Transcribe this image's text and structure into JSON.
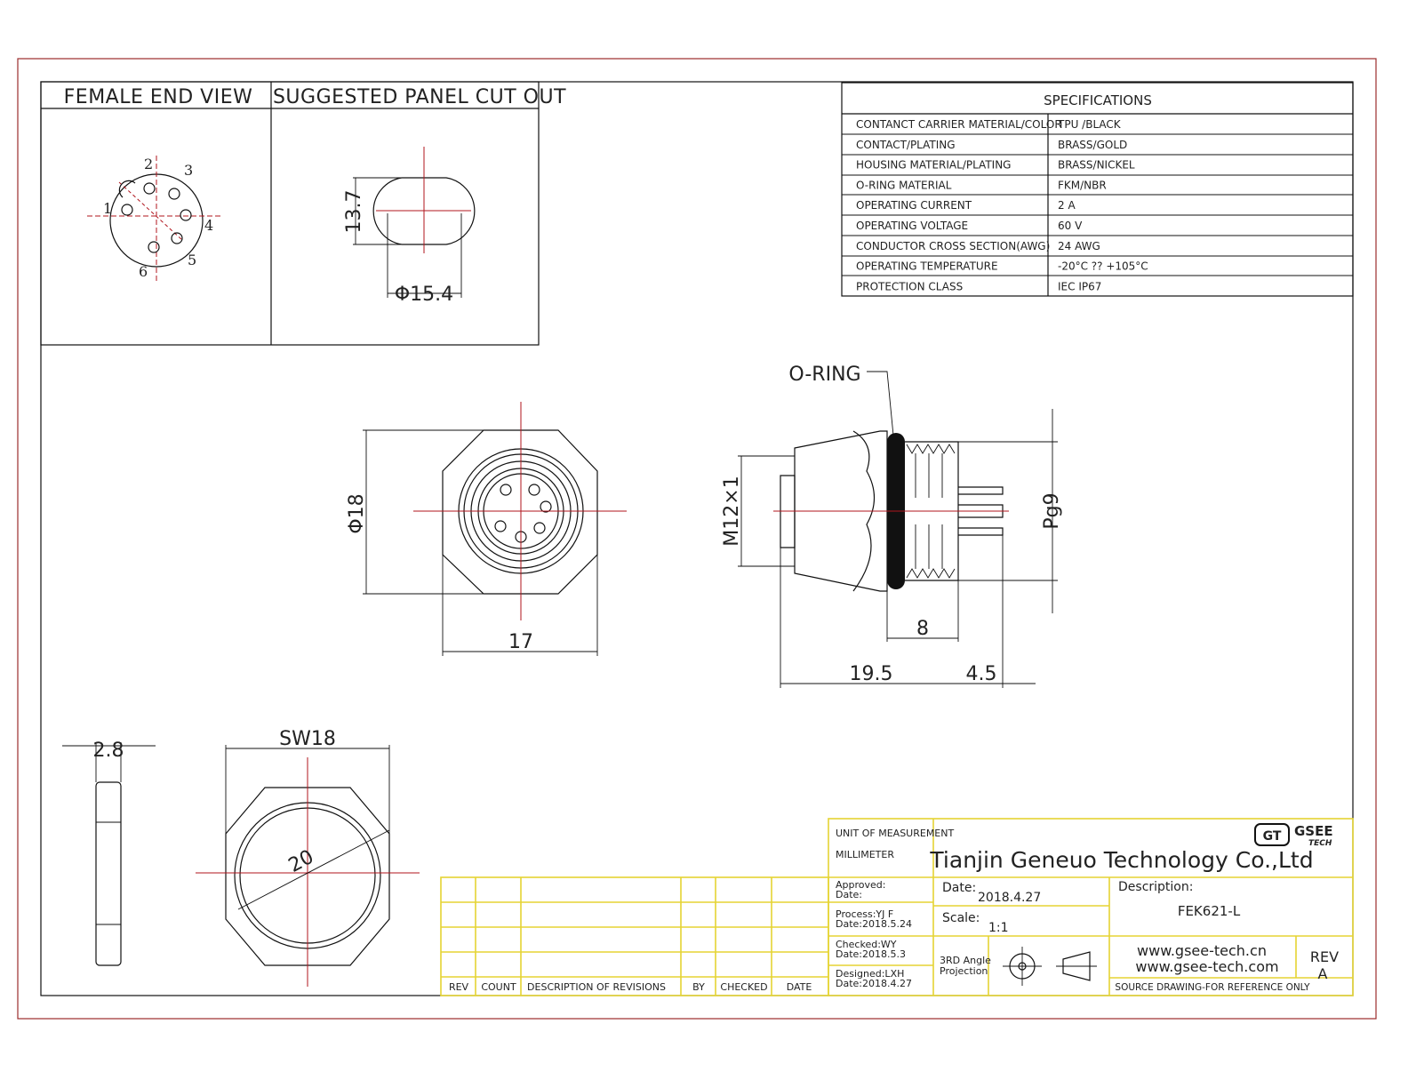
{
  "views": {
    "female_end_view": "FEMALE END VIEW",
    "panel_cut_out": "SUGGESTED PANEL CUT OUT",
    "pins": [
      "1",
      "2",
      "3",
      "4",
      "5",
      "6"
    ],
    "cutout_height": "13.7",
    "cutout_diameter": "Φ15.4"
  },
  "specifications": {
    "title": "SPECIFICATIONS",
    "rows": [
      {
        "label": "CONTANCT CARRIER MATERIAL/COLOR",
        "value": "TPU /BLACK"
      },
      {
        "label": "CONTACT/PLATING",
        "value": "BRASS/GOLD"
      },
      {
        "label": "HOUSING MATERIAL/PLATING",
        "value": "BRASS/NICKEL"
      },
      {
        "label": "O-RING  MATERIAL",
        "value": "FKM/NBR"
      },
      {
        "label": "OPERATING CURRENT",
        "value": "2 A"
      },
      {
        "label": "OPERATING VOLTAGE",
        "value": "60 V"
      },
      {
        "label": "CONDUCTOR  CROSS  SECTION(AWG)",
        "value": "24 AWG"
      },
      {
        "label": "OPERATING TEMPERATURE",
        "value": "-20°C ?? +105°C"
      },
      {
        "label": "PROTECTION CLASS",
        "value": "IEC  IP67"
      }
    ]
  },
  "dimensions": {
    "o_ring": "O-RING",
    "dia18": "Φ18",
    "width17": "17",
    "m12": "M12×1",
    "pg9": "Pg9",
    "d8": "8",
    "d19_5": "19.5",
    "d4_5": "4.5",
    "d2_8": "2.8",
    "sw18": "SW18",
    "d20": "20"
  },
  "revisions": {
    "headers": [
      "REV",
      "COUNT",
      "DESCRIPTION  OF  REVISIONS",
      "BY",
      "CHECKED",
      "DATE"
    ]
  },
  "title_block": {
    "unit_label": "UNIT OF MEASUREMENT",
    "unit_value": "MILLIMETER",
    "company": "Tianjin Geneuo Technology Co.,Ltd",
    "logo_text": "GSEE",
    "logo_sub": "TECH",
    "approved": "Approved:",
    "approved_date": "Date:",
    "process": "Process:YJ F",
    "process_date": "Date:2018.5.24",
    "checked": "Checked:WY",
    "checked_date": "Date:2018.5.3",
    "designed": "Designed:LXH",
    "designed_date": "Date:2018.4.27",
    "date_label": "Date:",
    "date_value": "2018.4.27",
    "scale_label": "Scale:",
    "scale_value": "1:1",
    "projection_line1": "3RD Angle",
    "projection_line2": "Projection",
    "description_label": "Description:",
    "description_value": "FEK621-L",
    "website1": "www.gsee-tech.cn",
    "website2": "www.gsee-tech.com",
    "source_note": "SOURCE DRAWING-FOR REFERENCE ONLY",
    "rev_label": "REV",
    "rev_value": "A"
  },
  "colors": {
    "frame": "#9b2c2c",
    "centerline": "#b0151d",
    "title_block": "#e5d433",
    "line": "#111111"
  }
}
